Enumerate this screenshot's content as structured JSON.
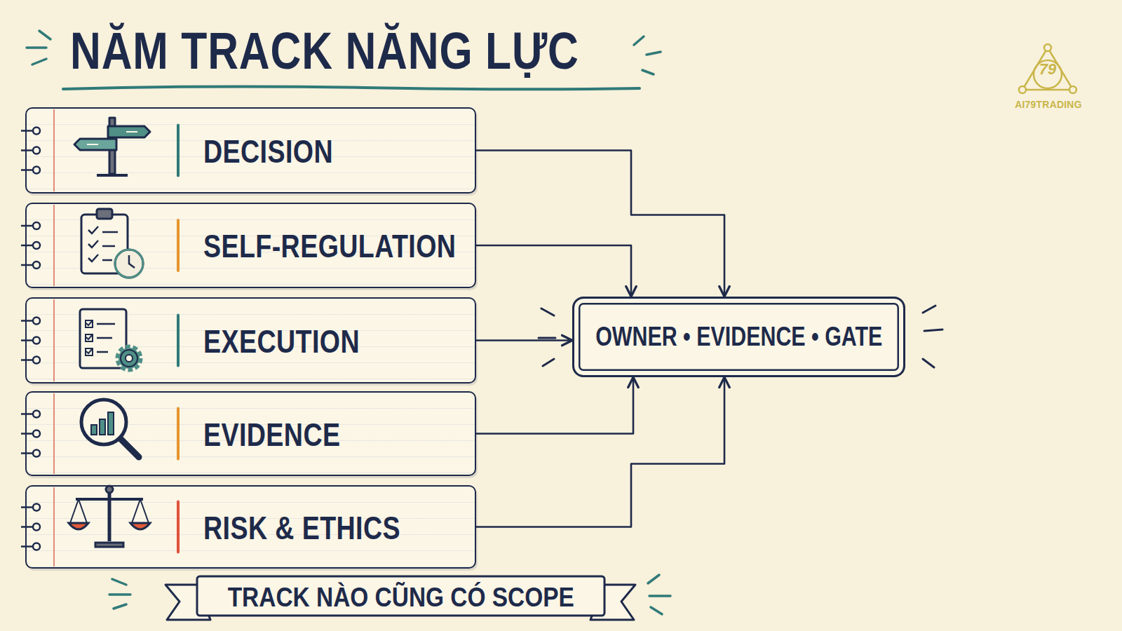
{
  "diagram": {
    "title": "NĂM TRACK NĂNG LỰC",
    "caption": "TRACK NÀO CŨNG CÓ SCOPE",
    "nodes": [
      {
        "text": [
          "DECISION"
        ]
      },
      {
        "text": [
          "SELF-REGULATION"
        ]
      },
      {
        "text": [
          "EXECUTION"
        ]
      },
      {
        "text": [
          "EVIDENCE"
        ]
      },
      {
        "text": [
          "RISK & ETHICS"
        ]
      },
      {
        "text": [
          "OWNER • EVIDENCE • GATE"
        ]
      }
    ],
    "edges": [
      {
        "from": 0,
        "to": 5,
        "arrow": "to"
      },
      {
        "from": 1,
        "to": 5,
        "arrow": "to"
      },
      {
        "from": 2,
        "to": 5,
        "arrow": "to"
      },
      {
        "from": 3,
        "to": 5,
        "arrow": "to"
      },
      {
        "from": 4,
        "to": 5,
        "arrow": "to"
      }
    ],
    "labels": [
      "79",
      "AI79TRADING"
    ]
  }
}
